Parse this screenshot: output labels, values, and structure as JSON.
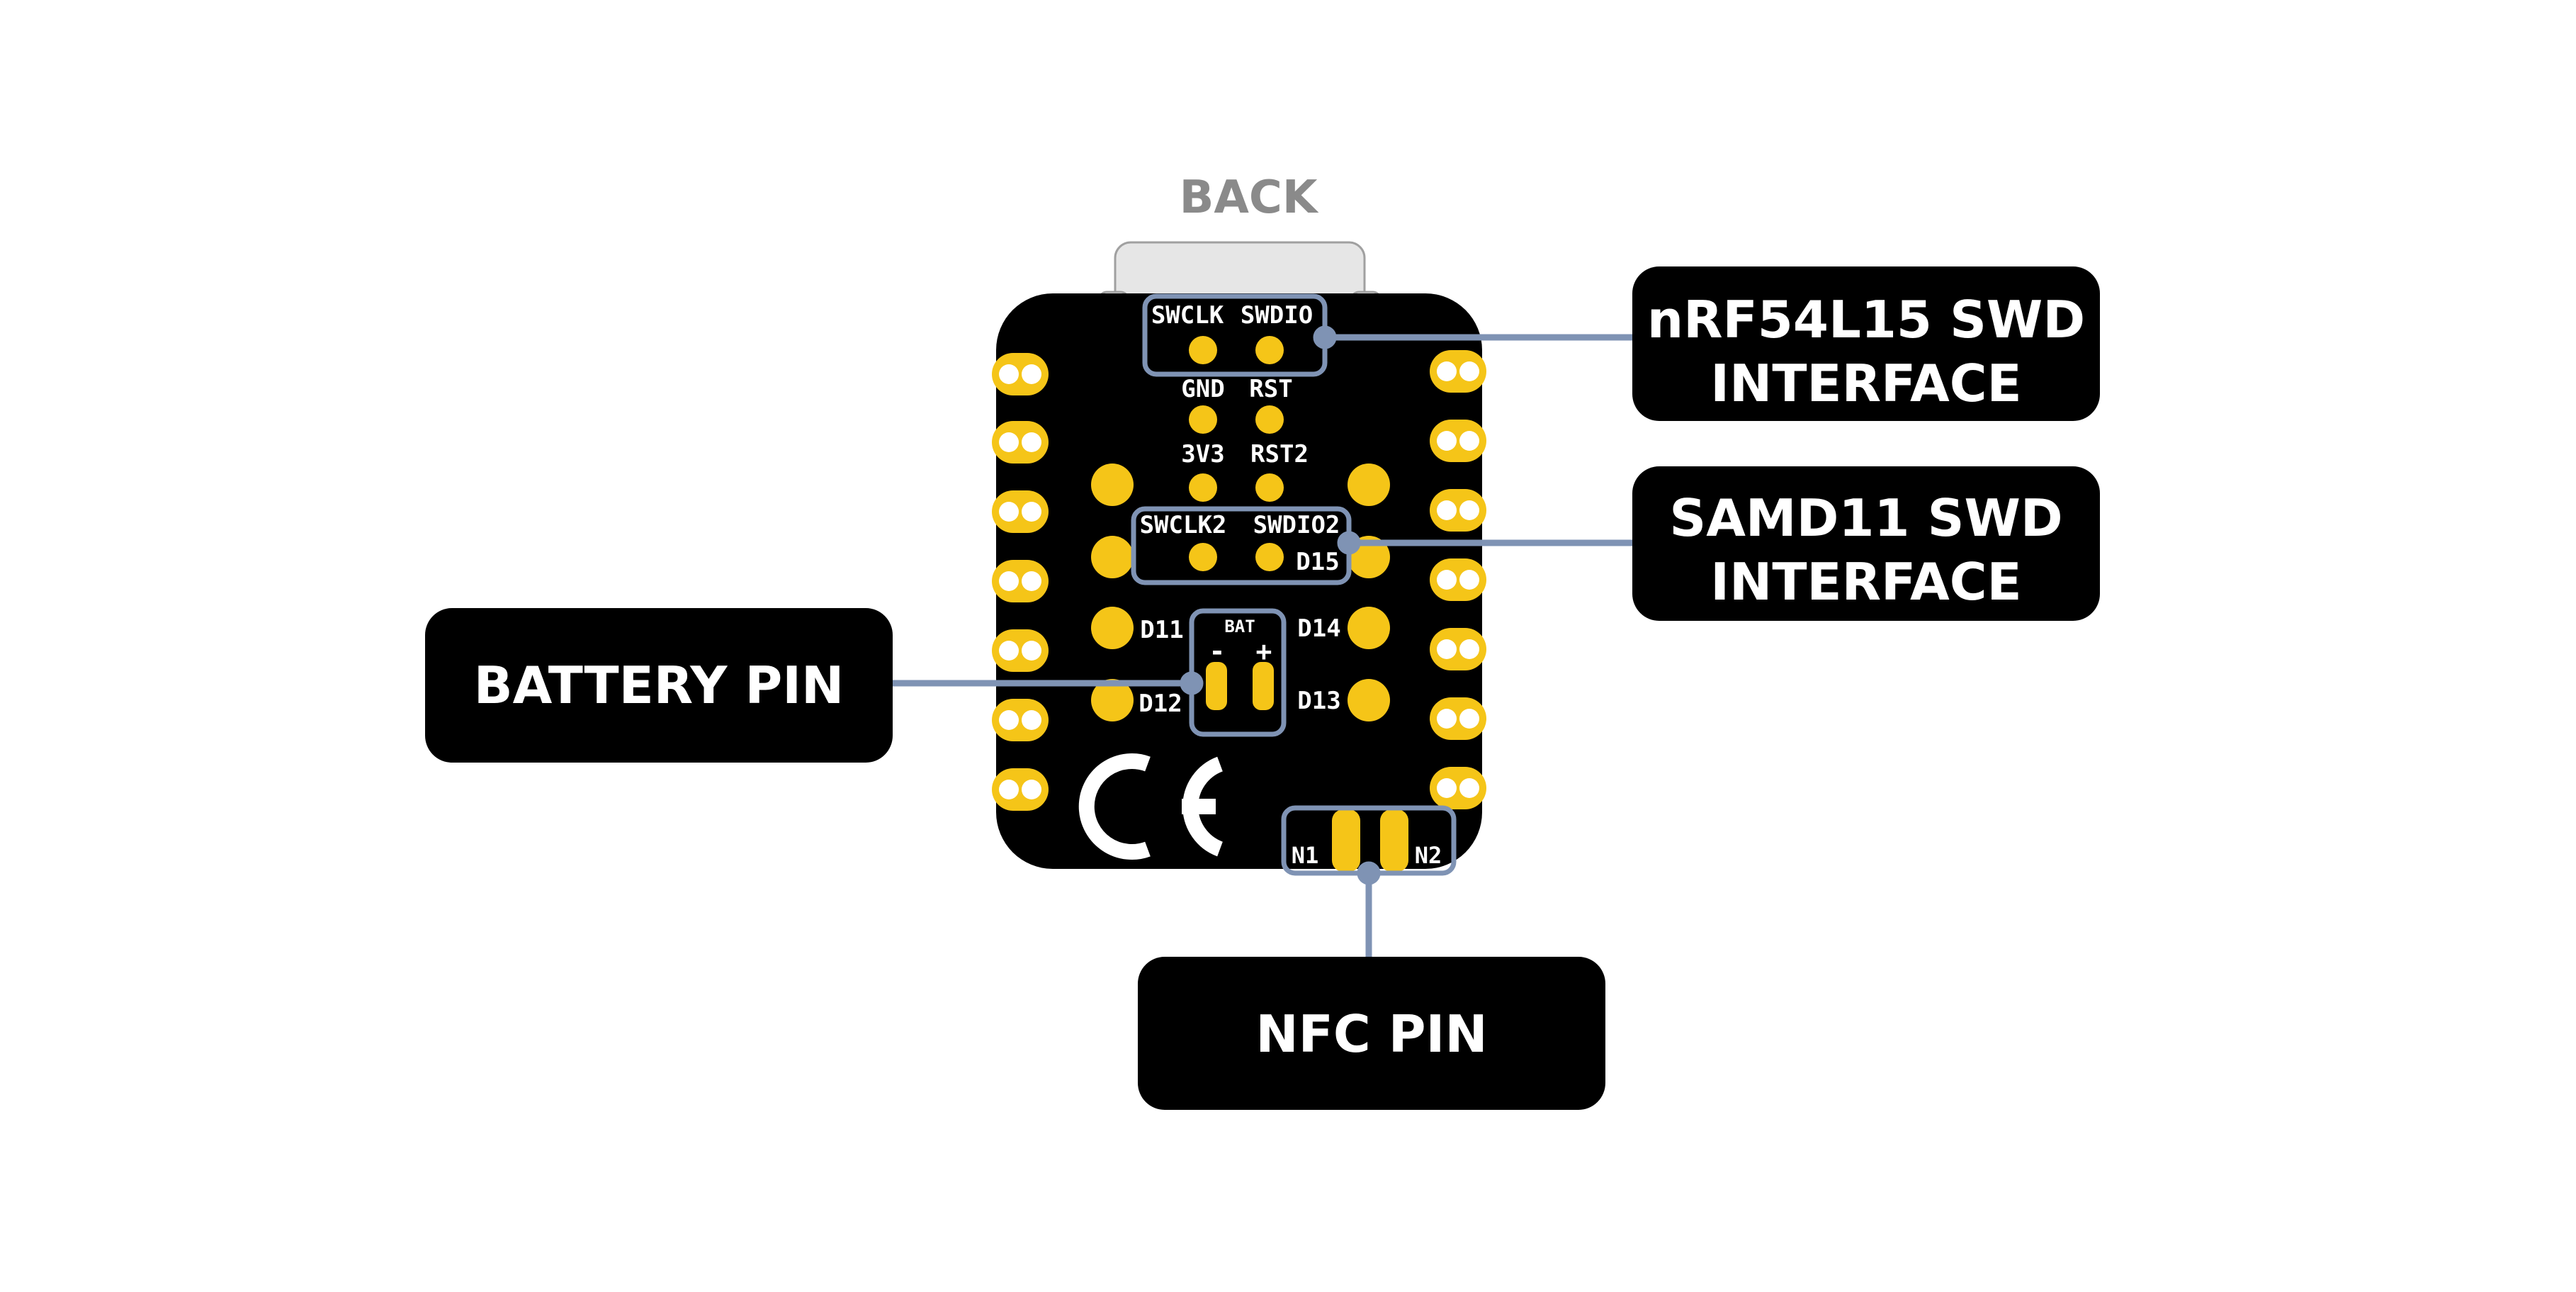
{
  "view_label": "BACK",
  "board": {
    "pad_labels": {
      "swclk": "SWCLK",
      "swdio": "SWDIO",
      "gnd": "GND",
      "rst": "RST",
      "v3v3": "3V3",
      "rst2": "RST2",
      "swclk2": "SWCLK2",
      "swdio2": "SWDIO2",
      "d15": "D15",
      "d11": "D11",
      "d14": "D14",
      "d12": "D12",
      "d13": "D13",
      "bat": "BAT",
      "bat_minus": "-",
      "bat_plus": "+",
      "n1": "N1",
      "n2": "N2"
    },
    "ce_mark": "CE"
  },
  "callouts": {
    "nrf_line1": "nRF54L15 SWD",
    "nrf_line2": "INTERFACE",
    "samd_line1": "SAMD11 SWD",
    "samd_line2": "INTERFACE",
    "battery": "BATTERY PIN",
    "nfc": "NFC PIN"
  },
  "colors": {
    "board": "#000000",
    "pad": "#F5C518",
    "leader": "#7F93B4",
    "callout_bg": "#000000",
    "callout_text": "#FFFFFF",
    "view_label": "#8A8A8A",
    "usb_connector": "#E6E6E6"
  }
}
